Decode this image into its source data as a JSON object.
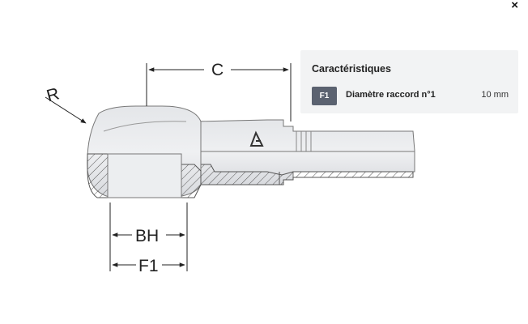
{
  "window": {
    "close_glyph": "×"
  },
  "drawing": {
    "dimension_labels": {
      "c": "C",
      "r": "R",
      "bh": "BH",
      "f1": "F1"
    }
  },
  "characteristics": {
    "title": "Caractéristiques",
    "rows": [
      {
        "code": "F1",
        "label": "Diamètre raccord n°1",
        "value": "10 mm"
      }
    ]
  }
}
